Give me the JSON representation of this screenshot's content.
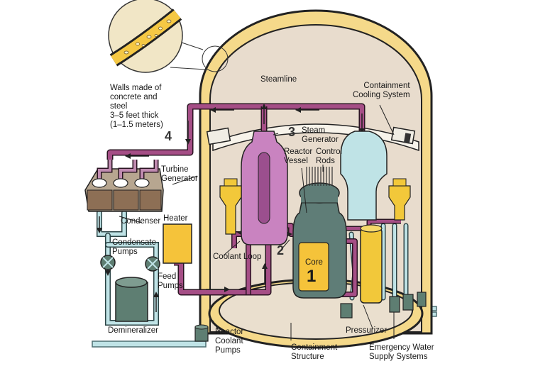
{
  "colors": {
    "containment_wall": "#f5d98a",
    "containment_inner": "#e8dccd",
    "pipe_purple": "#a54e86",
    "pipe_light_blue": "#bfe3e6",
    "steam_generator": "#c983c0",
    "reactor_vessel": "#5f7d77",
    "core": "#f5c33a",
    "pressurizer": "#f2c83a",
    "tank_green": "#5e7e72"
  },
  "labels": {
    "walls": "Walls made of\nconcrete and\nsteel\n3–5 feet thick\n(1–1.5 meters)",
    "steamline": "Steamline",
    "containment_cooling": "Containment\nCooling System",
    "steam_generator": "Steam\nGenerator",
    "reactor_vessel": "Reactor\nVessel",
    "control_rods": "Control\nRods",
    "turbine_generator": "Turbine\nGenerator",
    "condenser": "Condenser",
    "heater": "Heater",
    "condensate_pumps": "Condensate\nPumps",
    "coolant_loop": "Coolant Loop",
    "core": "Core",
    "feed_pumps": "Feed\nPumps",
    "demineralizer": "Demineralizer",
    "reactor_coolant_pumps": "Reactor\nCoolant\nPumps",
    "containment_structure": "Containment\nStructure",
    "pressurizer": "Pressurizer",
    "emergency_water": "Emergency Water\nSupply Systems"
  },
  "numbers": {
    "one": "1",
    "two": "2",
    "three": "3",
    "four": "4"
  }
}
